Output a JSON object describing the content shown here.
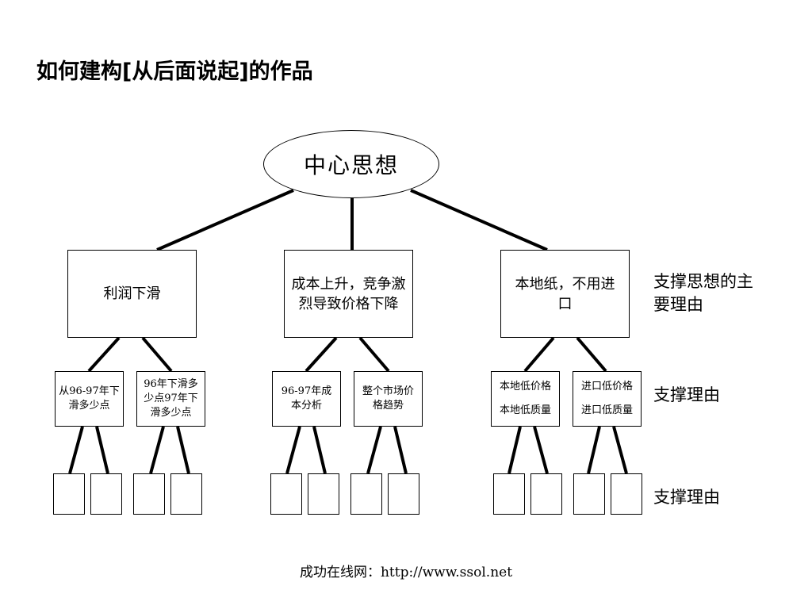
{
  "title": "如何建构[从后面说起]的作品",
  "center_idea": "中心思想",
  "main_reasons": [
    {
      "label": "利润下滑"
    },
    {
      "label": "成本上升，竞争激烈导致价格下降"
    },
    {
      "label": "本地纸，不用进口"
    }
  ],
  "sub_reasons": [
    {
      "label": "从96-97年下滑多少点"
    },
    {
      "label": "96年下滑多少点97年下滑多少点"
    },
    {
      "label": "96-97年成本分析"
    },
    {
      "label": "整个市场价格趋势"
    },
    {
      "line1": "本地低价格",
      "line2": "本地低质量"
    },
    {
      "line1": "进口低价格",
      "line2": "进口低质量"
    }
  ],
  "side_labels": {
    "level1": "支撑思想的主要理由",
    "level2": "支撑理由",
    "level3": "支撑理由"
  },
  "footer": "成功在线网：http://www.ssol.net"
}
